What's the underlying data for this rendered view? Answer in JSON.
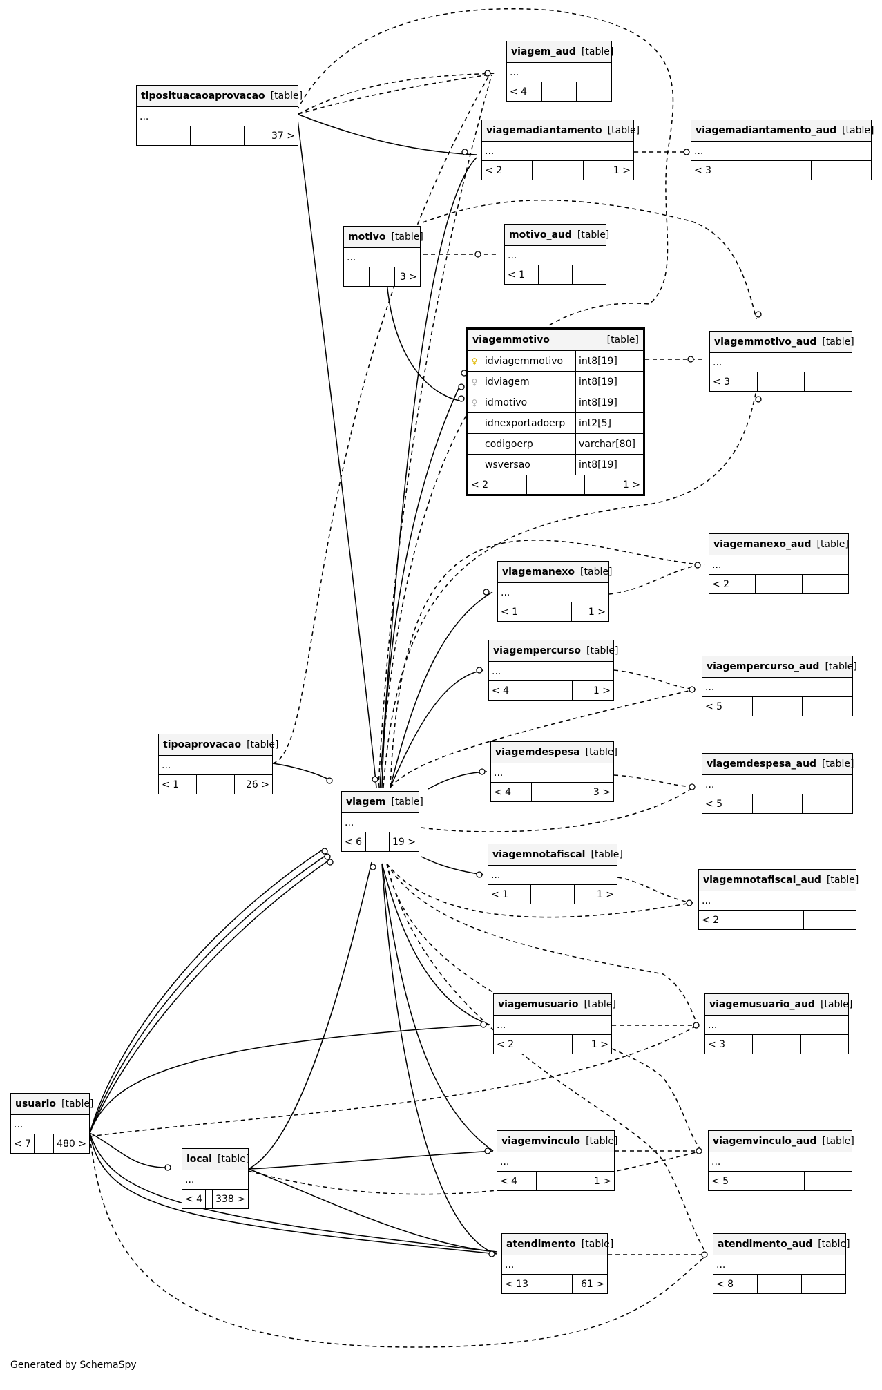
{
  "footer": "Generated by SchemaSpy",
  "type_label": "[table]",
  "placeholder": "...",
  "tables": {
    "viagem_aud": {
      "name": "viagem_aud",
      "left": "< 4",
      "mid": "",
      "right": ""
    },
    "tiposituacaoaprovacao": {
      "name": "tiposituacaoaprovacao",
      "left": "",
      "mid": "",
      "right": "37 >"
    },
    "viagemadiantamento": {
      "name": "viagemadiantamento",
      "left": "< 2",
      "mid": "",
      "right": "1 >"
    },
    "viagemadiantamento_aud": {
      "name": "viagemadiantamento_aud",
      "left": "< 3",
      "mid": "",
      "right": ""
    },
    "motivo": {
      "name": "motivo",
      "left": "",
      "mid": "",
      "right": "3 >"
    },
    "motivo_aud": {
      "name": "motivo_aud",
      "left": "< 1",
      "mid": "",
      "right": ""
    },
    "viagemmotivo_aud": {
      "name": "viagemmotivo_aud",
      "left": "< 3",
      "mid": "",
      "right": ""
    },
    "viagemanexo": {
      "name": "viagemanexo",
      "left": "< 1",
      "mid": "",
      "right": "1 >"
    },
    "viagemanexo_aud": {
      "name": "viagemanexo_aud",
      "left": "< 2",
      "mid": "",
      "right": ""
    },
    "viagempercurso": {
      "name": "viagempercurso",
      "left": "< 4",
      "mid": "",
      "right": "1 >"
    },
    "viagempercurso_aud": {
      "name": "viagempercurso_aud",
      "left": "< 5",
      "mid": "",
      "right": ""
    },
    "tipoaprovacao": {
      "name": "tipoaprovacao",
      "left": "< 1",
      "mid": "",
      "right": "26 >"
    },
    "viagemdespesa": {
      "name": "viagemdespesa",
      "left": "< 4",
      "mid": "",
      "right": "3 >"
    },
    "viagemdespesa_aud": {
      "name": "viagemdespesa_aud",
      "left": "< 5",
      "mid": "",
      "right": ""
    },
    "viagem": {
      "name": "viagem",
      "left": "< 6",
      "mid": "",
      "right": "19 >"
    },
    "viagemnotafiscal": {
      "name": "viagemnotafiscal",
      "left": "< 1",
      "mid": "",
      "right": "1 >"
    },
    "viagemnotafiscal_aud": {
      "name": "viagemnotafiscal_aud",
      "left": "< 2",
      "mid": "",
      "right": ""
    },
    "viagemusuario": {
      "name": "viagemusuario",
      "left": "< 2",
      "mid": "",
      "right": "1 >"
    },
    "viagemusuario_aud": {
      "name": "viagemusuario_aud",
      "left": "< 3",
      "mid": "",
      "right": ""
    },
    "usuario": {
      "name": "usuario",
      "left": "< 7",
      "mid": "",
      "right": "480 >"
    },
    "local": {
      "name": "local",
      "left": "< 4",
      "mid": "",
      "right": "338 >"
    },
    "viagemvinculo": {
      "name": "viagemvinculo",
      "left": "< 4",
      "mid": "",
      "right": "1 >"
    },
    "viagemvinculo_aud": {
      "name": "viagemvinculo_aud",
      "left": "< 5",
      "mid": "",
      "right": ""
    },
    "atendimento": {
      "name": "atendimento",
      "left": "< 13",
      "mid": "",
      "right": "61 >"
    },
    "atendimento_aud": {
      "name": "atendimento_aud",
      "left": "< 8",
      "mid": "",
      "right": ""
    }
  },
  "viagemmotivo": {
    "name": "viagemmotivo",
    "columns": [
      {
        "name": "idviagemmotivo",
        "type": "int8[19]",
        "key": "pk"
      },
      {
        "name": "idviagem",
        "type": "int8[19]",
        "key": "fk"
      },
      {
        "name": "idmotivo",
        "type": "int8[19]",
        "key": "fk"
      },
      {
        "name": "idnexportadoerp",
        "type": "int2[5]",
        "key": "none"
      },
      {
        "name": "codigoerp",
        "type": "varchar[80]",
        "key": "none"
      },
      {
        "name": "wsversao",
        "type": "int8[19]",
        "key": "none"
      }
    ],
    "left": "< 2",
    "mid": "",
    "right": "1 >"
  }
}
